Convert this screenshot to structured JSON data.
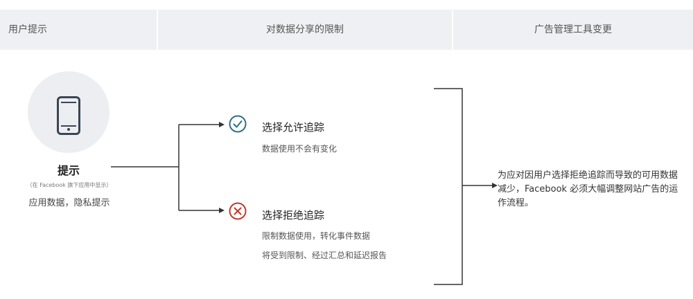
{
  "header": {
    "col1": "用户提示",
    "col2": "对数据分享的限制",
    "col3": "广告管理工具变更"
  },
  "prompt": {
    "title": "提示",
    "subtitle": "（在 Facebook 旗下应用中显示）",
    "description": "应用数据，隐私提示",
    "icon": "phone-icon"
  },
  "options": {
    "allow": {
      "title": "选择允许追踪",
      "description": "数据使用不会有变化",
      "icon": "check-circle-icon",
      "color": "#2e6f84"
    },
    "deny": {
      "title": "选择拒绝追踪",
      "description_1": "限制数据使用，转化事件数据",
      "description_2": "将受到限制、经过汇总和延迟报告",
      "icon": "x-circle-icon",
      "color": "#c0392b"
    }
  },
  "result": {
    "text": "为应对因用户选择拒绝追踪而导致的可用数据减少，Facebook 必须大幅调整网站广告的运作流程。"
  },
  "colors": {
    "header_bg": "#eef0f3",
    "line": "#333333"
  }
}
